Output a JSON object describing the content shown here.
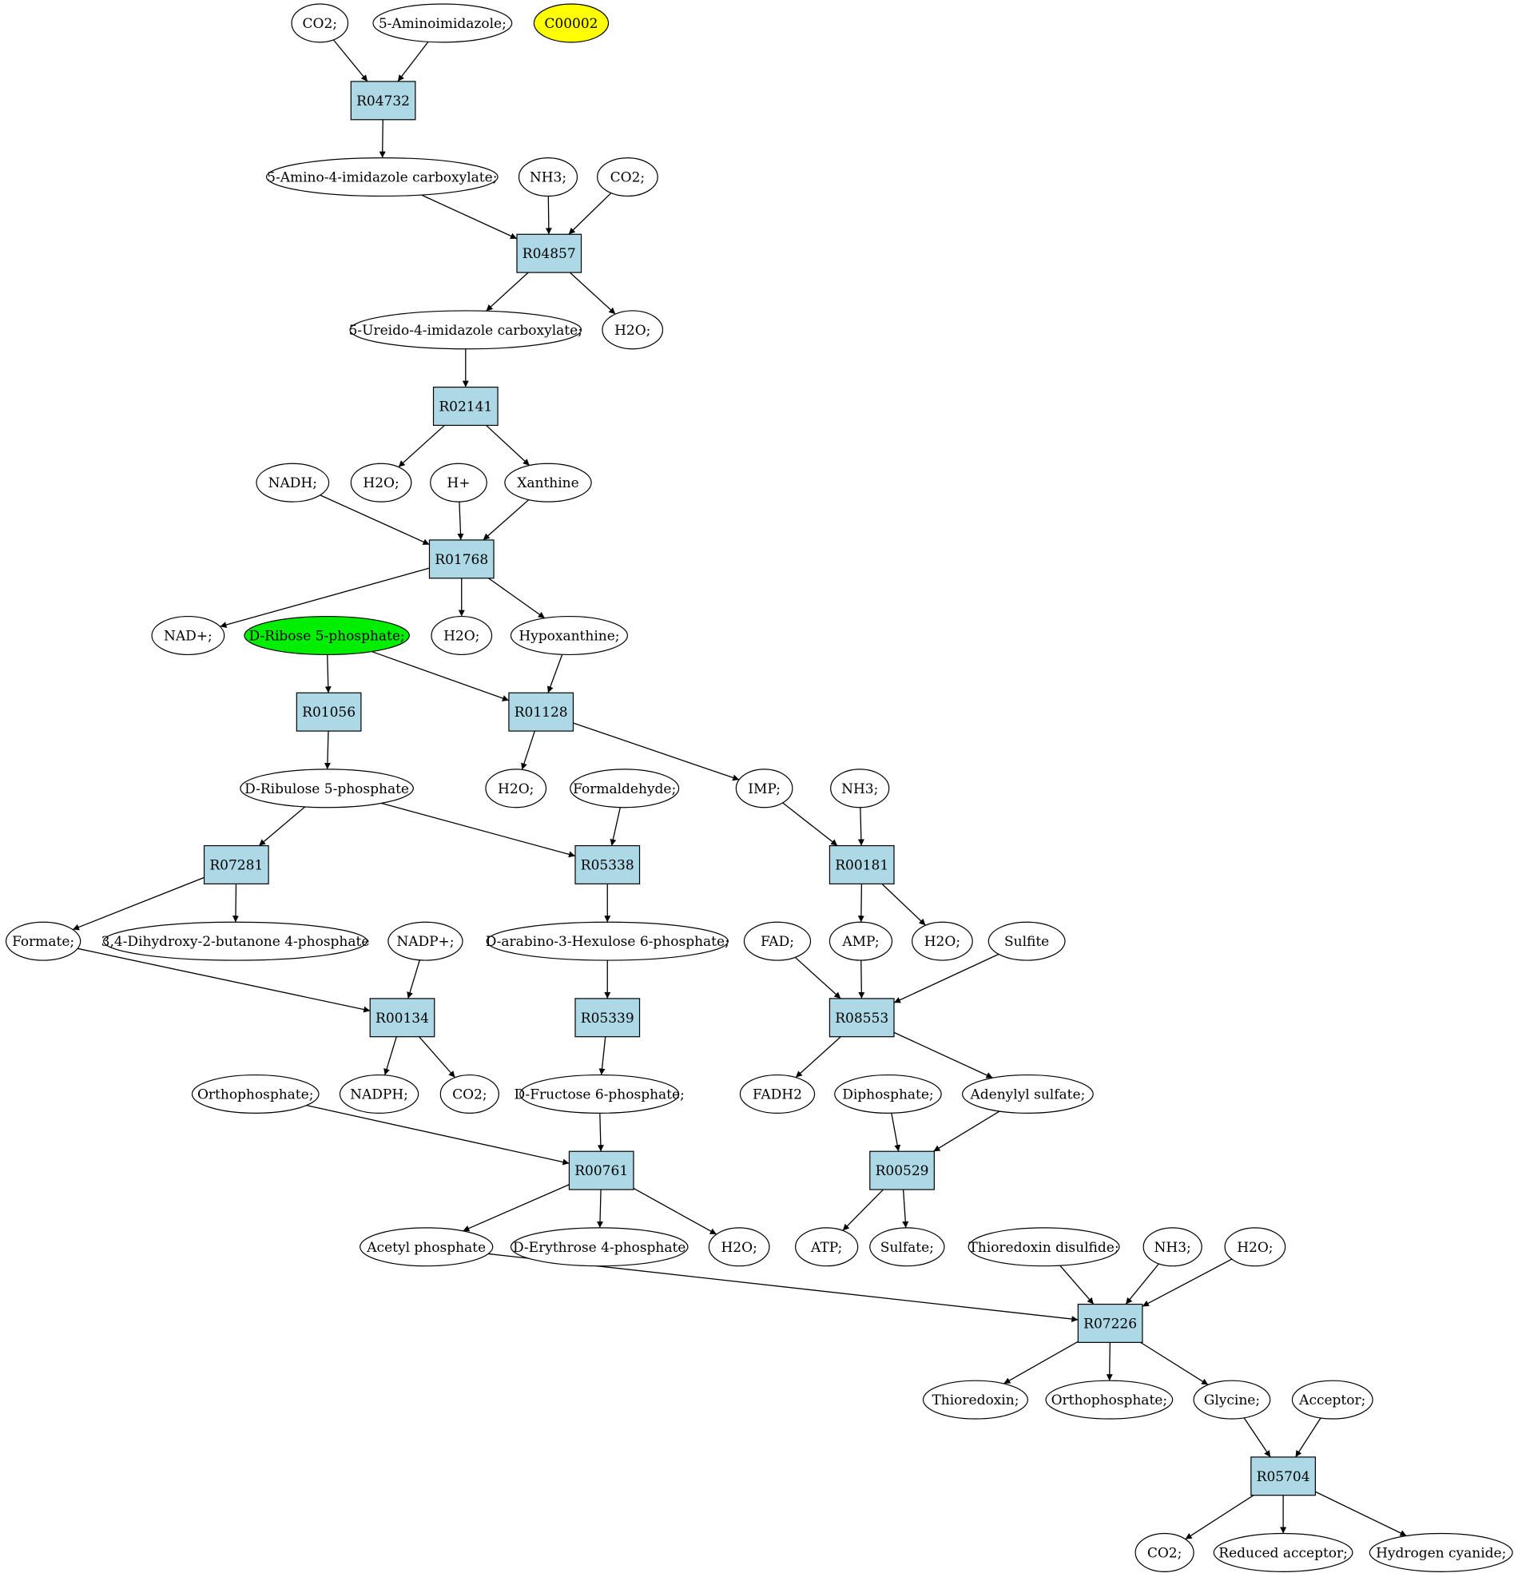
{
  "colors": {
    "reaction_fill": "#add8e6",
    "compound_fill": "#ffffff",
    "highlight_yellow": "#ffff00",
    "highlight_green": "#00ee00",
    "stroke": "#000000"
  },
  "reactions": {
    "r1": "R04732",
    "r2": "R04857",
    "r3": "R02141",
    "r4": "R01768",
    "r5": "R01056",
    "r6": "R01128",
    "r7": "R07281",
    "r8": "R05338",
    "r9": "R00181",
    "r10": "R00134",
    "r11": "R05339",
    "r12": "R08553",
    "r13": "R00761",
    "r14": "R00529",
    "r15": "R07226",
    "r16": "R05704"
  },
  "compounds": {
    "c1": "CO2;",
    "c2": "5-Aminoimidazole;",
    "c3": "C00002",
    "c4": "5-Amino-4-imidazole carboxylate;",
    "c5": "NH3;",
    "c6": "CO2;",
    "c7": "5-Ureido-4-imidazole carboxylate;",
    "c8": "H2O;",
    "c9": "NADH;",
    "c10": "H2O;",
    "c11": "H+",
    "c12": "Xanthine",
    "c13": "NAD+;",
    "c14": "D-Ribose 5-phosphate;",
    "c15": "H2O;",
    "c16": "Hypoxanthine;",
    "c17": "D-Ribulose 5-phosphate",
    "c18": "H2O;",
    "c19": "Formaldehyde;",
    "c20": "IMP;",
    "c21": "NH3;",
    "c22": "Formate;",
    "c23": "3,4-Dihydroxy-2-butanone 4-phosphate",
    "c24": "NADP+;",
    "c25": "D-arabino-3-Hexulose 6-phosphate;",
    "c26": "FAD;",
    "c27": "AMP;",
    "c28": "H2O;",
    "c29": "Sulfite",
    "c30": "Orthophosphate;",
    "c31": "NADPH;",
    "c32": "CO2;",
    "c33": "D-Fructose 6-phosphate;",
    "c34": "FADH2",
    "c35": "Diphosphate;",
    "c36": "Adenylyl sulfate;",
    "c37": "Acetyl phosphate",
    "c38": "D-Erythrose 4-phosphate",
    "c39": "H2O;",
    "c40": "ATP;",
    "c41": "Sulfate;",
    "c42": "Thioredoxin disulfide;",
    "c43": "NH3;",
    "c44": "H2O;",
    "c45": "Thioredoxin;",
    "c46": "Orthophosphate;",
    "c47": "Glycine;",
    "c48": "Acceptor;",
    "c49": "CO2;",
    "c50": "Reduced acceptor;",
    "c51": "Hydrogen cyanide;"
  }
}
